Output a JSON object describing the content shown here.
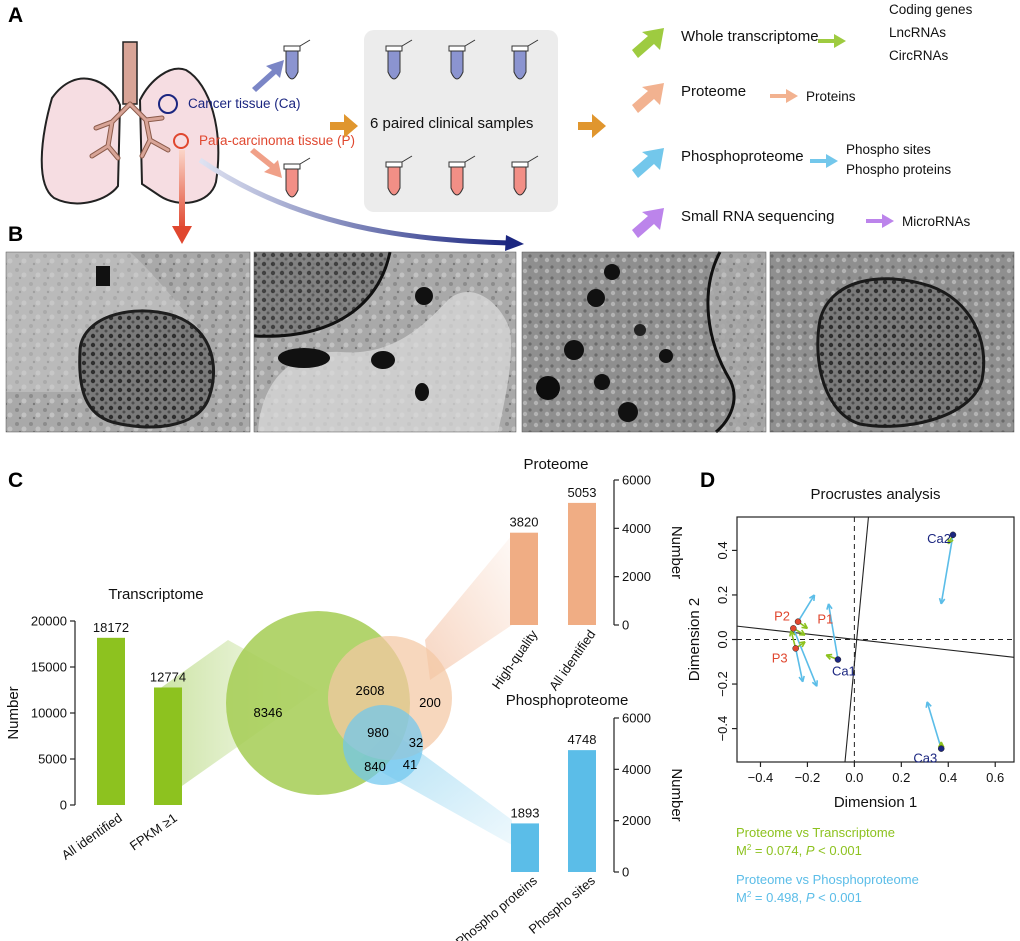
{
  "panels": {
    "a": "A",
    "b": "B",
    "c": "C",
    "d": "D"
  },
  "colors": {
    "green": "#8dc21f",
    "orange": "#f0a47c",
    "blue": "#5bbde8",
    "purple": "#b06ee8",
    "navy": "#1b2680",
    "red": "#e0472f"
  },
  "panel_a": {
    "cancer_label": "Cancer tissue (Ca)",
    "para_label": "Para-carcinoma tissue (P)",
    "samples_label": "6 paired clinical samples",
    "omics": [
      {
        "name": "Whole transcriptome",
        "outputs": [
          "Coding genes",
          "LncRNAs",
          "CircRNAs"
        ],
        "color": "#8dc21f"
      },
      {
        "name": "Proteome",
        "outputs": [
          "Proteins"
        ],
        "color": "#f0a47c"
      },
      {
        "name": "Phosphoproteome",
        "outputs": [
          "Phospho sites",
          "Phospho proteins"
        ],
        "color": "#5bbde8"
      },
      {
        "name": "Small RNA sequencing",
        "outputs": [
          "MicroRNAs"
        ],
        "color": "#b06ee8"
      }
    ]
  },
  "panel_b": {
    "images": [
      "em-normal-1",
      "em-normal-2",
      "em-cancer-1",
      "em-cancer-2"
    ]
  },
  "transcriptome": {
    "title": "Transcriptome",
    "ylabel": "Number",
    "categories": [
      "All identified",
      "FPKM ≥1"
    ],
    "values": [
      18172,
      12774
    ],
    "ticks": [
      "0",
      "5000",
      "10000",
      "15000",
      "20000"
    ]
  },
  "proteome": {
    "title": "Proteome",
    "ylabel": "Number",
    "categories": [
      "High-quality",
      "All identified"
    ],
    "values": [
      3820,
      5053
    ],
    "ticks": [
      "0",
      "2000",
      "4000",
      "6000"
    ]
  },
  "phosphoproteome": {
    "title": "Phosphoproteome",
    "ylabel": "Number",
    "categories": [
      "Phospho proteins",
      "Phospho sites"
    ],
    "values": [
      1893,
      4748
    ],
    "ticks": [
      "0",
      "2000",
      "4000",
      "6000"
    ]
  },
  "venn": {
    "regions": [
      "8346",
      "2608",
      "200",
      "980",
      "32",
      "840",
      "41"
    ]
  },
  "procrustes": {
    "title": "Procrustes analysis",
    "xlabel": "Dimension 1",
    "ylabel": "Dimension 2",
    "xticks": [
      "−0.4",
      "−0.2",
      "0.0",
      "0.2",
      "0.4",
      "0.6"
    ],
    "yticks": [
      "−0.4",
      "−0.2",
      "0.0",
      "0.2",
      "0.4"
    ],
    "point_labels": [
      "Ca2",
      "P2",
      "P1",
      "P3",
      "Ca1",
      "Ca3"
    ],
    "legend": [
      {
        "title": "Proteome vs Transcriptome",
        "stat_pre": "M",
        "stat_sup": "2",
        "stat_mid": " = 0.074, ",
        "stat_p": "P",
        "stat_post": " < 0.001",
        "color": "#8dc21f"
      },
      {
        "title": "Proteome vs Phosphoproteome",
        "stat_pre": "M",
        "stat_sup": "2",
        "stat_mid": " = 0.498, ",
        "stat_p": "P",
        "stat_post": " < 0.001",
        "color": "#5bbde8"
      }
    ]
  },
  "chart_data": [
    {
      "type": "bar",
      "title": "Transcriptome",
      "categories": [
        "All identified",
        "FPKM ≥1"
      ],
      "values": [
        18172,
        12774
      ],
      "ylabel": "Number",
      "ylim": [
        0,
        20000
      ]
    },
    {
      "type": "bar",
      "title": "Proteome",
      "categories": [
        "High-quality",
        "All identified"
      ],
      "values": [
        3820,
        5053
      ],
      "ylabel": "Number",
      "ylim": [
        0,
        6000
      ]
    },
    {
      "type": "bar",
      "title": "Phosphoproteome",
      "categories": [
        "Phospho proteins",
        "Phospho sites"
      ],
      "values": [
        1893,
        4748
      ],
      "ylabel": "Number",
      "ylim": [
        0,
        6000
      ]
    },
    {
      "type": "scatter",
      "title": "Procrustes analysis",
      "xlabel": "Dimension 1",
      "ylabel": "Dimension 2",
      "xlim": [
        -0.5,
        0.68
      ],
      "ylim": [
        -0.55,
        0.55
      ],
      "points": [
        {
          "label": "Ca2",
          "x": 0.42,
          "y": 0.47
        },
        {
          "label": "P2",
          "x": -0.24,
          "y": 0.08
        },
        {
          "label": "P1",
          "x": -0.26,
          "y": 0.05
        },
        {
          "label": "P3",
          "x": -0.25,
          "y": -0.04
        },
        {
          "label": "Ca1",
          "x": -0.07,
          "y": -0.09
        },
        {
          "label": "Ca3",
          "x": 0.37,
          "y": -0.49
        }
      ]
    }
  ]
}
